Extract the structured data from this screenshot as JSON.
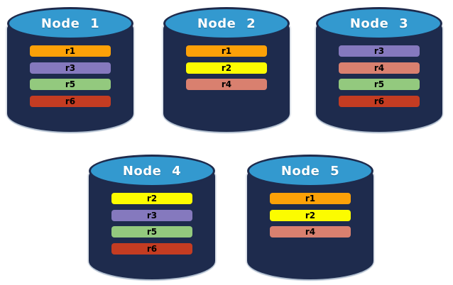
{
  "diagram": {
    "description": "Five database node cylinders showing replica placement",
    "style": {
      "background": "#ffffff",
      "cylinder_body_color": "#1E2B4D",
      "cylinder_top_color": "#3399CF",
      "cylinder_outline_color": "#18254a",
      "title_text_color": "#FFFFFF",
      "bar_text_color": "#000000"
    },
    "replica_colors": {
      "r1": "#FCA108",
      "r2": "#FCFC00",
      "r3": "#8579BE",
      "r4": "#D9806F",
      "r5": "#93C97E",
      "r6": "#C43C22"
    },
    "nodes": [
      {
        "name": "Node 1",
        "replicas": [
          "r1",
          "r3",
          "r5",
          "r6"
        ]
      },
      {
        "name": "Node 2",
        "replicas": [
          "r1",
          "r2",
          "r4"
        ]
      },
      {
        "name": "Node 3",
        "replicas": [
          "r3",
          "r4",
          "r5",
          "r6"
        ]
      },
      {
        "name": "Node 4",
        "replicas": [
          "r2",
          "r3",
          "r5",
          "r6"
        ]
      },
      {
        "name": "Node 5",
        "replicas": [
          "r1",
          "r2",
          "r4"
        ]
      }
    ]
  }
}
